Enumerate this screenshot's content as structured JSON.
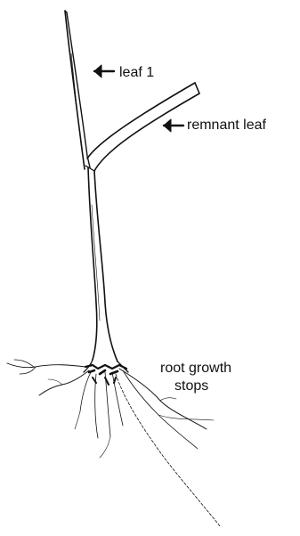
{
  "diagram": {
    "labels": {
      "leaf1": "leaf 1",
      "remnant_leaf": "remnant leaf",
      "root_line1": "root growth",
      "root_line2": "stops"
    },
    "ink_color": "#111111",
    "background_color": "#ffffff"
  }
}
